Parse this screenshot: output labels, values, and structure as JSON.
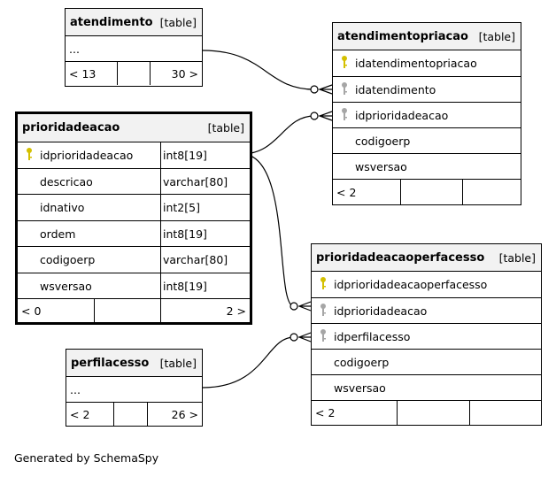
{
  "footer": "Generated by SchemaSpy",
  "colors": {
    "primary_key": "#d4c000",
    "foreign_key": "#a6a6a6",
    "header_bg": "#f2f2f2"
  },
  "tables": {
    "atendimento": {
      "name": "atendimento",
      "kind": "[table]",
      "ellipsis": "...",
      "foot": [
        "< 13",
        "",
        "30 >"
      ]
    },
    "atendimentopriacao": {
      "name": "atendimentopriacao",
      "kind": "[table]",
      "columns": [
        {
          "name": "idatendimentopriacao",
          "icon": "primary-key-icon"
        },
        {
          "name": "idatendimento",
          "icon": "foreign-key-icon"
        },
        {
          "name": "idprioridadeacao",
          "icon": "foreign-key-icon"
        },
        {
          "name": "codigoerp",
          "icon": ""
        },
        {
          "name": "wsversao",
          "icon": ""
        }
      ],
      "foot": [
        "< 2",
        "",
        ""
      ]
    },
    "prioridadeacao": {
      "name": "prioridadeacao",
      "kind": "[table]",
      "columns": [
        {
          "name": "idprioridadeacao",
          "type": "int8[19]",
          "icon": "primary-key-icon"
        },
        {
          "name": "descricao",
          "type": "varchar[80]",
          "icon": ""
        },
        {
          "name": "idnativo",
          "type": "int2[5]",
          "icon": ""
        },
        {
          "name": "ordem",
          "type": "int8[19]",
          "icon": ""
        },
        {
          "name": "codigoerp",
          "type": "varchar[80]",
          "icon": ""
        },
        {
          "name": "wsversao",
          "type": "int8[19]",
          "icon": ""
        }
      ],
      "foot": [
        "< 0",
        "",
        "2 >"
      ]
    },
    "prioridadeacaoperfacesso": {
      "name": "prioridadeacaoperfacesso",
      "kind": "[table]",
      "columns": [
        {
          "name": "idprioridadeacaoperfacesso",
          "icon": "primary-key-icon"
        },
        {
          "name": "idprioridadeacao",
          "icon": "foreign-key-icon"
        },
        {
          "name": "idperfilacesso",
          "icon": "foreign-key-icon"
        },
        {
          "name": "codigoerp",
          "icon": ""
        },
        {
          "name": "wsversao",
          "icon": ""
        }
      ],
      "foot": [
        "< 2",
        "",
        ""
      ]
    },
    "perfilacesso": {
      "name": "perfilacesso",
      "kind": "[table]",
      "ellipsis": "...",
      "foot": [
        "< 2",
        "",
        "26 >"
      ]
    }
  }
}
